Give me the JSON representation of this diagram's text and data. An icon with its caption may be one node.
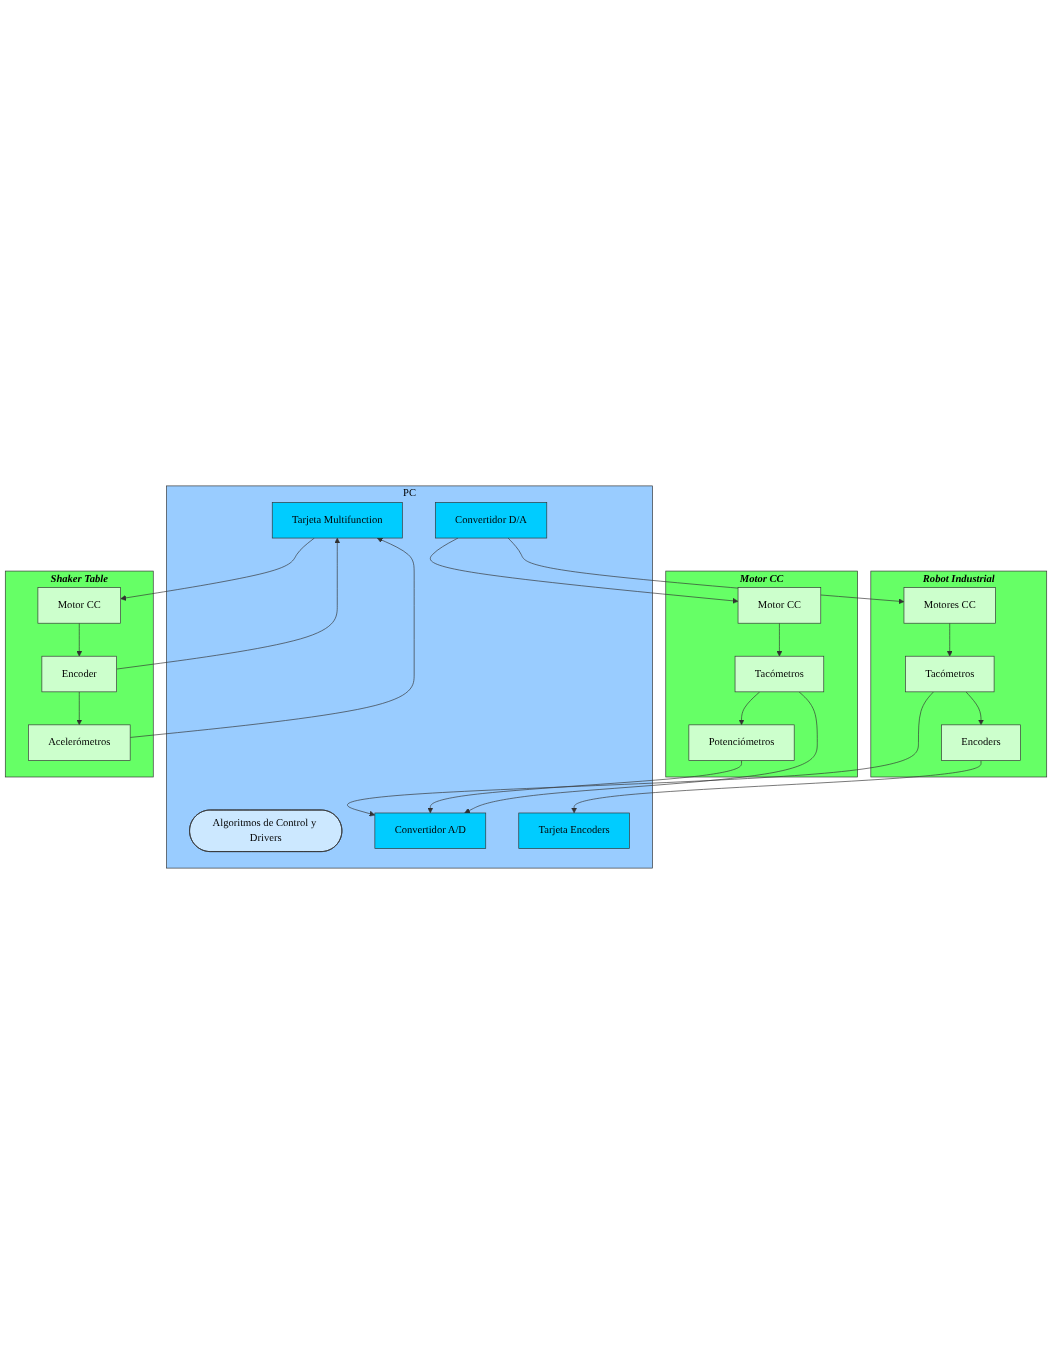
{
  "diagram": {
    "nodes": [
      {
        "text": [
          "PC"
        ]
      },
      {
        "text": [
          "Algoritmos de Control y Drivers"
        ],
        "in": 0
      },
      {
        "text": [
          "Convertidor D/A"
        ],
        "in": 0
      },
      {
        "text": [
          "Convertidor A/D"
        ],
        "in": 0
      },
      {
        "text": [
          "Tarjeta Encoders"
        ],
        "in": 0
      },
      {
        "text": [
          "Tarjeta Multifunction"
        ],
        "in": 0
      },
      {
        "text": [
          "Motor CC"
        ]
      },
      {
        "text": [
          "Motor CC"
        ],
        "in": 6
      },
      {
        "text": [
          "Tacómetros"
        ],
        "in": 6
      },
      {
        "text": [
          "Potenciómetros"
        ],
        "in": 6
      },
      {
        "text": [
          "Robot Industrial"
        ]
      },
      {
        "text": [
          "Motores CC"
        ],
        "in": 10
      },
      {
        "text": [
          "Tacómetros"
        ],
        "in": 10
      },
      {
        "text": [
          "Encoders"
        ],
        "in": 10
      },
      {
        "text": [
          "Shaker Table"
        ]
      },
      {
        "text": [
          "Motor CC"
        ],
        "in": 14
      },
      {
        "text": [
          "Encoder"
        ],
        "in": 14
      },
      {
        "text": [
          "Acelerómetros"
        ],
        "in": 14
      }
    ],
    "edges": [
      {
        "from": 2,
        "to": 7,
        "arrow": "to"
      },
      {
        "from": 7,
        "to": 8,
        "arrow": "to"
      },
      {
        "from": 8,
        "to": 9,
        "arrow": "to"
      },
      {
        "from": 8,
        "to": 3,
        "arrow": "to"
      },
      {
        "from": 9,
        "to": 3,
        "arrow": "to"
      },
      {
        "from": 2,
        "to": 11,
        "arrow": "to"
      },
      {
        "from": 11,
        "to": 12,
        "arrow": "to"
      },
      {
        "from": 12,
        "to": 13,
        "arrow": "to"
      },
      {
        "from": 12,
        "to": 3,
        "arrow": "to"
      },
      {
        "from": 13,
        "to": 4,
        "arrow": "to"
      },
      {
        "from": 5,
        "to": 15,
        "arrow": "to"
      },
      {
        "from": 15,
        "to": 16,
        "arrow": "to"
      },
      {
        "from": 16,
        "to": 17,
        "arrow": "to"
      },
      {
        "from": 16,
        "to": 5,
        "arrow": "to"
      },
      {
        "from": 17,
        "to": 5,
        "arrow": "to"
      }
    ]
  }
}
